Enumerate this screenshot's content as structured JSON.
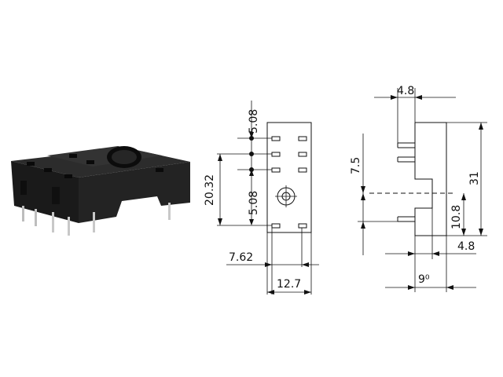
{
  "colors": {
    "ink": "#111111",
    "body": "#1e1e1e",
    "body_light": "#3a3a3a",
    "pin": "#c8c8c8"
  },
  "photo": {
    "name": "relay-socket-photo"
  },
  "front_view": {
    "dims": {
      "pitch_top": "5.08",
      "pitch_side": "5.08",
      "height": "20.32",
      "col_spacing": "7.62",
      "width": "12.7"
    }
  },
  "side_view": {
    "dims": {
      "top_width": "4.8",
      "offset": "7.5",
      "height": "31",
      "lower": "10.8",
      "bottom_width": "4.8",
      "base": "9⁰"
    }
  }
}
